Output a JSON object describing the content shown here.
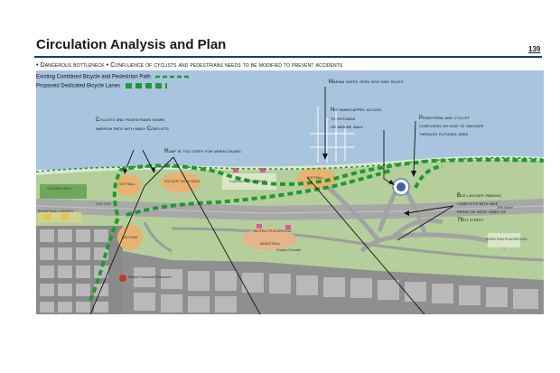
{
  "header": {
    "title": "Circulation Analysis and Plan",
    "page_number": "139",
    "subtitle": "• Dangerous bottleneck • Confluence of cyclists and pedestrians needs to be modified to prevent accidents"
  },
  "legend": {
    "existing": "Existing Combined Bicycle and Pedestrian Path",
    "proposed": "Proposed Dedicated Bicycle Lanes"
  },
  "callouts": {
    "marina": "Marina gates open into bike route",
    "cyclists_line1": "Cyclists and pedestrians share",
    "cyclists_line2": "narrow path with many Conflicts",
    "ramp": "Ramp is too steep for wheelchairs",
    "handicap_line1": "No handicapped access",
    "handicap_line2": "to rotunda",
    "handicap_line3": "or marine walk",
    "pedestrian_line1": "Pedestrian and cyclist",
    "pedestrian_line2": "confusion on how to navigate",
    "pedestrian_line3": "through rotunda area",
    "bus_line1": "Bus layover parking",
    "bus_line2": "conflicts with bike",
    "bus_line3": "paths on both sides of",
    "bus_line4": "79th street"
  },
  "map_labels": {
    "soccer_field": "SOCCER FIELD",
    "softball_1": "SOFTBALL",
    "soccer_track": "SOCCER FIELD/TRACK",
    "classic_playground": "CLASSIC PLAYGROUND",
    "softball_2": "SOFTBALL",
    "basketball_courts": "BASKETBALL COURTS",
    "dog_run": "DOG RUN",
    "dog_run_2": "DOG RUN",
    "neufeld_playground": "NEUFELD PLAYGROUND",
    "basketball": "BASKETBALL",
    "hudson_fountain": "Hudson Fountain",
    "river_run_playground": "RIVER RUN PLAYGROUND",
    "memorial": "Eleanor Roosevelt Monument",
    "street_label": "79th Street"
  },
  "colors": {
    "water": "#a9c4de",
    "park": "#b5cf9c",
    "road": "#a8a8a8",
    "city": "#8a8a8a",
    "path_green": "#1f9a2e",
    "rotunda": "#3f5fa8"
  }
}
